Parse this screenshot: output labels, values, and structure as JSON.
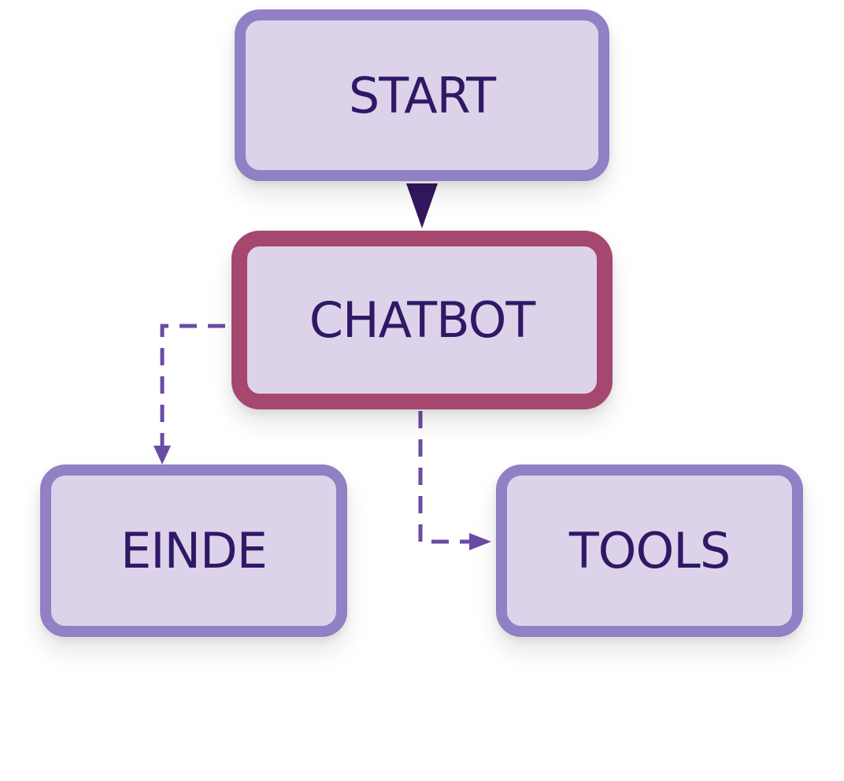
{
  "diagram": {
    "nodes": {
      "start": {
        "label": "START"
      },
      "chatbot": {
        "label": "CHATBOT"
      },
      "einde": {
        "label": "EINDE"
      },
      "tools": {
        "label": "TOOLS"
      }
    },
    "edges": [
      {
        "from": "START",
        "to": "CHATBOT",
        "style": "solid"
      },
      {
        "from": "CHATBOT",
        "to": "EINDE",
        "style": "dashed"
      },
      {
        "from": "CHATBOT",
        "to": "TOOLS",
        "style": "dashed"
      }
    ],
    "colors": {
      "node_fill": "#dcd3ea",
      "node_border": "#9180c4",
      "highlight_border": "#a5476f",
      "label_text": "#2f1966",
      "edge": "#6a4ba6",
      "arrowhead_solid": "#34185f"
    }
  }
}
